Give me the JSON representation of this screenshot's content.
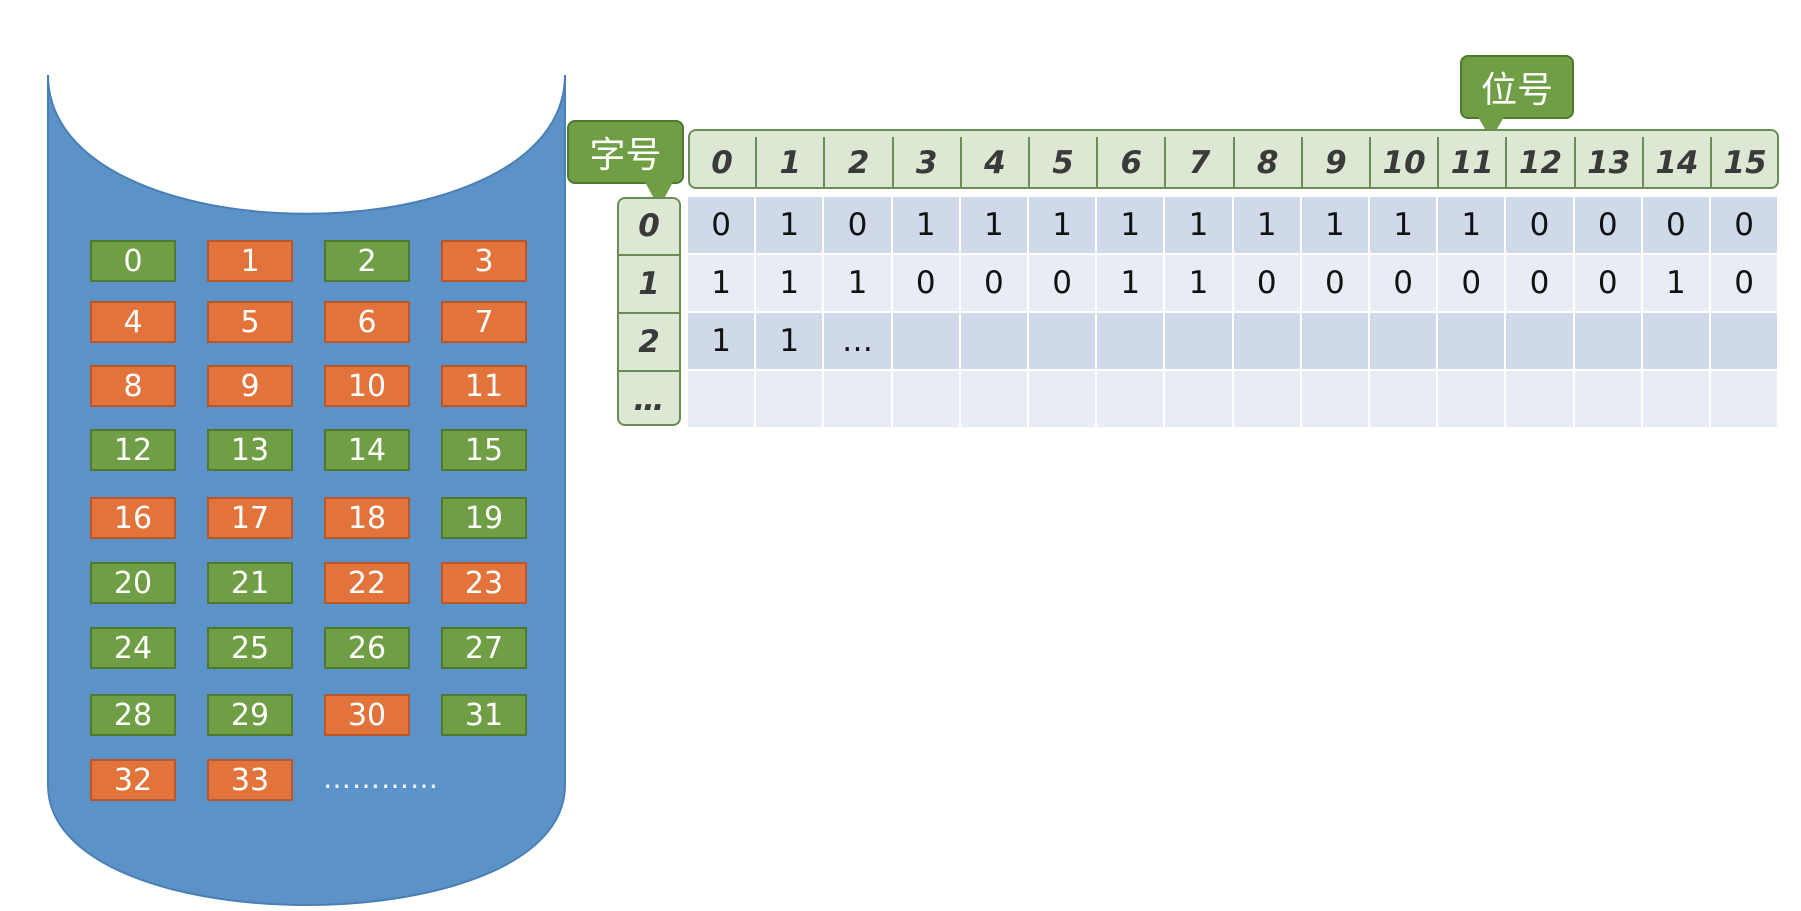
{
  "disk": {
    "blocks": [
      {
        "n": "0",
        "status": "used"
      },
      {
        "n": "1",
        "status": "free"
      },
      {
        "n": "2",
        "status": "used"
      },
      {
        "n": "3",
        "status": "free"
      },
      {
        "n": "4",
        "status": "free"
      },
      {
        "n": "5",
        "status": "free"
      },
      {
        "n": "6",
        "status": "free"
      },
      {
        "n": "7",
        "status": "free"
      },
      {
        "n": "8",
        "status": "free"
      },
      {
        "n": "9",
        "status": "free"
      },
      {
        "n": "10",
        "status": "free"
      },
      {
        "n": "11",
        "status": "free"
      },
      {
        "n": "12",
        "status": "used"
      },
      {
        "n": "13",
        "status": "used"
      },
      {
        "n": "14",
        "status": "used"
      },
      {
        "n": "15",
        "status": "used"
      },
      {
        "n": "16",
        "status": "free"
      },
      {
        "n": "17",
        "status": "free"
      },
      {
        "n": "18",
        "status": "free"
      },
      {
        "n": "19",
        "status": "used"
      },
      {
        "n": "20",
        "status": "used"
      },
      {
        "n": "21",
        "status": "used"
      },
      {
        "n": "22",
        "status": "free"
      },
      {
        "n": "23",
        "status": "free"
      },
      {
        "n": "24",
        "status": "used"
      },
      {
        "n": "25",
        "status": "used"
      },
      {
        "n": "26",
        "status": "used"
      },
      {
        "n": "27",
        "status": "used"
      },
      {
        "n": "28",
        "status": "used"
      },
      {
        "n": "29",
        "status": "used"
      },
      {
        "n": "30",
        "status": "free"
      },
      {
        "n": "31",
        "status": "used"
      },
      {
        "n": "32",
        "status": "free"
      },
      {
        "n": "33",
        "status": "free"
      }
    ],
    "ellipsis": "…………",
    "colors": {
      "cylinder": "#5b93c8",
      "free": "#e2733a",
      "used": "#6f9e44"
    }
  },
  "bitmap": {
    "word_label": "字号",
    "bit_label": "位号",
    "bit_headers": [
      "0",
      "1",
      "2",
      "3",
      "4",
      "5",
      "6",
      "7",
      "8",
      "9",
      "10",
      "11",
      "12",
      "13",
      "14",
      "15"
    ],
    "rows": [
      {
        "word": "0",
        "bits": [
          "0",
          "1",
          "0",
          "1",
          "1",
          "1",
          "1",
          "1",
          "1",
          "1",
          "1",
          "1",
          "0",
          "0",
          "0",
          "0"
        ]
      },
      {
        "word": "1",
        "bits": [
          "1",
          "1",
          "1",
          "0",
          "0",
          "0",
          "1",
          "1",
          "0",
          "0",
          "0",
          "0",
          "0",
          "0",
          "1",
          "0"
        ]
      },
      {
        "word": "2",
        "bits": [
          "1",
          "1",
          "…",
          "",
          "",
          "",
          "",
          "",
          "",
          "",
          "",
          "",
          "",
          "",
          "",
          ""
        ]
      },
      {
        "word": "…",
        "bits": [
          "",
          "",
          "",
          "",
          "",
          "",
          "",
          "",
          "",
          "",
          "",
          "",
          "",
          "",
          "",
          ""
        ]
      }
    ],
    "colors": {
      "header": "#dce8d3",
      "row_dark": "#cfd9ea",
      "row_light": "#e7ecf5",
      "callout": "#6f9e44"
    }
  }
}
